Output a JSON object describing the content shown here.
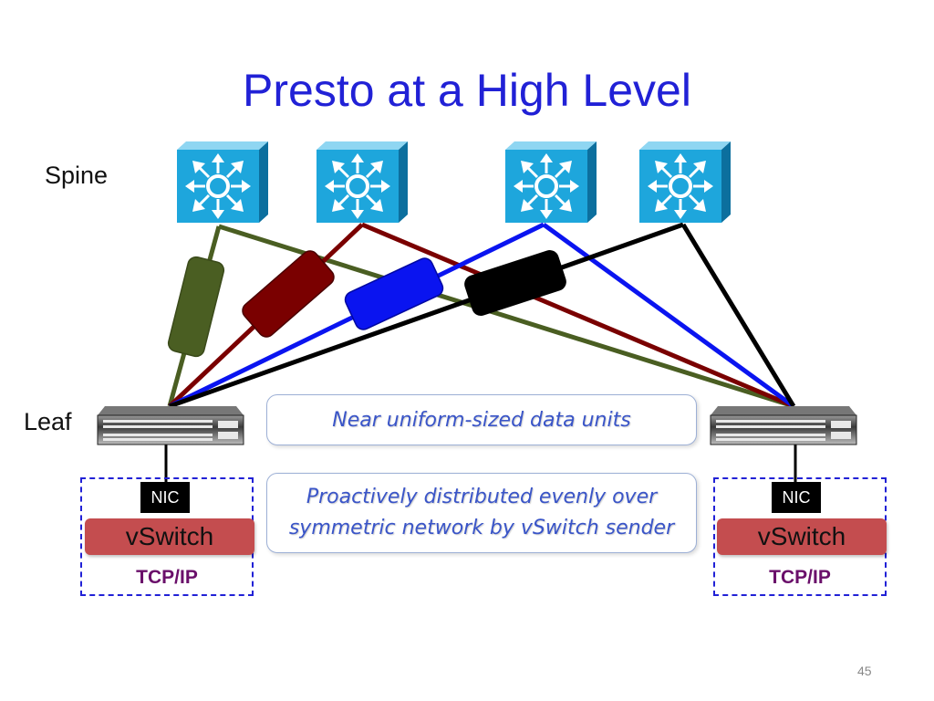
{
  "title": "Presto at a High Level",
  "labels": {
    "spine": "Spine",
    "leaf": "Leaf"
  },
  "callouts": {
    "data_units": "Near uniform-sized data units",
    "distribution_line1": "Proactively distributed evenly over",
    "distribution_line2": "symmetric network by vSwitch sender"
  },
  "hosts": {
    "left": {
      "nic": "NIC",
      "vswitch": "vSwitch",
      "stack": "TCP/IP"
    },
    "right": {
      "nic": "NIC",
      "vswitch": "vSwitch",
      "stack": "TCP/IP"
    }
  },
  "page_number": "45",
  "colors": {
    "title": "#2121d6",
    "path_green": "#4a5e22",
    "path_maroon": "#7a0000",
    "path_blue": "#0a14f0",
    "path_black": "#000000",
    "spine_switch": "#1ea6dc",
    "vswitch": "#c44d4f",
    "tcpip": "#6a0f6a",
    "host_border": "#2121d6"
  },
  "icons": {
    "spine_switch": "network-switch-icon",
    "leaf_switch": "rack-switch-icon"
  }
}
